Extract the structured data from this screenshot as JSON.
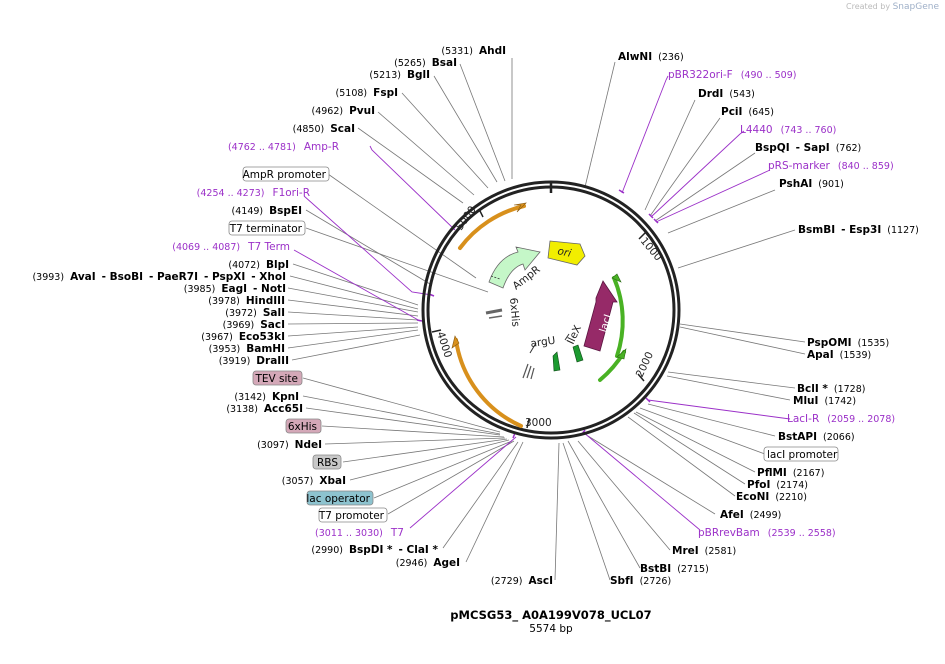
{
  "credit": {
    "prefix": "Created by",
    "brand": "SnapGene"
  },
  "plasmid": {
    "name": "pMCSG53_ A0A199V078_UCL07",
    "length": "5574 bp"
  },
  "ticks": [
    "1000",
    "2000",
    "3000",
    "4000",
    "5000"
  ],
  "colors": {
    "enzyme": "#000000",
    "primer": "#9b30c8",
    "backbone": "#222222",
    "ori": "#f2ee00",
    "lacI": "#962a68",
    "ampR": "#c5f7c8",
    "orfOrange": "#d8901c",
    "orfGreen": "#49b224"
  },
  "labels": {
    "right": [
      {
        "name": "AlwNI",
        "pos": "(236)"
      },
      {
        "name": "pBR322ori-F",
        "pos": "(490 .. 509)"
      },
      {
        "name": "DrdI",
        "pos": "(543)"
      },
      {
        "name": "PciI",
        "pos": "(645)"
      },
      {
        "name": "L4440",
        "pos": "(743 .. 760)"
      },
      {
        "name": "BspQI",
        "name2": "- SapI",
        "pos": "(762)"
      },
      {
        "name": "pRS-marker",
        "pos": "(840 .. 859)"
      },
      {
        "name": "PshAI",
        "pos": "(901)"
      },
      {
        "name": "BsmBI",
        "name2": "- Esp3I",
        "pos": "(1127)"
      },
      {
        "name": "PspOMI",
        "pos": "(1535)"
      },
      {
        "name": "ApaI",
        "pos": "(1539)"
      },
      {
        "name": "BclI *",
        "pos": "(1728)"
      },
      {
        "name": "MluI",
        "pos": "(1742)"
      },
      {
        "name": "LacI-R",
        "pos": "(2059 .. 2078)"
      },
      {
        "name": "BstAPI",
        "pos": "(2066)"
      },
      {
        "name": "lacI promoter"
      },
      {
        "name": "PflMI",
        "pos": "(2167)"
      },
      {
        "name": "PfoI",
        "pos": "(2174)"
      },
      {
        "name": "EcoNI",
        "pos": "(2210)"
      },
      {
        "name": "AfeI",
        "pos": "(2499)"
      },
      {
        "name": "pBRrevBam",
        "pos": "(2539 .. 2558)"
      },
      {
        "name": "MreI",
        "pos": "(2581)"
      },
      {
        "name": "BstBI",
        "pos": "(2715)"
      },
      {
        "name": "SbfI",
        "pos": "(2726)"
      },
      {
        "name": "AscI",
        "pos": "(2729)"
      }
    ],
    "left": [
      {
        "name": "AhdI",
        "pos": "(5331)"
      },
      {
        "name": "BsaI",
        "pos": "(5265)"
      },
      {
        "name": "BglI",
        "pos": "(5213)"
      },
      {
        "name": "FspI",
        "pos": "(5108)"
      },
      {
        "name": "PvuI",
        "pos": "(4962)"
      },
      {
        "name": "ScaI",
        "pos": "(4850)"
      },
      {
        "name": "Amp-R",
        "pos": "(4762 .. 4781)"
      },
      {
        "name": "AmpR promoter"
      },
      {
        "name": "F1ori-R",
        "pos": "(4254 .. 4273)"
      },
      {
        "name": "BspEI",
        "pos": "(4149)"
      },
      {
        "name": "T7 terminator"
      },
      {
        "name": "T7 Term",
        "pos": "(4069 .. 4087)"
      },
      {
        "name": "BlpI",
        "pos": "(4072)"
      },
      {
        "name": "AvaI",
        "name2": "- BsoBI",
        "name3": "- PaeR7I",
        "name4": "- PspXI",
        "name5": "- XhoI",
        "pos": "(3993)"
      },
      {
        "name": "EagI",
        "name2": "- NotI",
        "pos": "(3985)"
      },
      {
        "name": "HindIII",
        "pos": "(3978)"
      },
      {
        "name": "SalI",
        "pos": "(3972)"
      },
      {
        "name": "SacI",
        "pos": "(3969)"
      },
      {
        "name": "Eco53kI",
        "pos": "(3967)"
      },
      {
        "name": "BamHI",
        "pos": "(3953)"
      },
      {
        "name": "DraIII",
        "pos": "(3919)"
      },
      {
        "name": "TEV site"
      },
      {
        "name": "KpnI",
        "pos": "(3142)"
      },
      {
        "name": "Acc65I",
        "pos": "(3138)"
      },
      {
        "name": "6xHis"
      },
      {
        "name": "NdeI",
        "pos": "(3097)"
      },
      {
        "name": "RBS"
      },
      {
        "name": "XbaI",
        "pos": "(3057)"
      },
      {
        "name": "lac operator"
      },
      {
        "name": "T7 promoter"
      },
      {
        "name": "T7",
        "pos": "(3011 .. 3030)"
      },
      {
        "name": "BspDI *",
        "name2": "- ClaI *",
        "pos": "(2990)"
      },
      {
        "name": "AgeI",
        "pos": "(2946)"
      }
    ]
  },
  "features": {
    "ori": "ori",
    "ampR": "AmpR",
    "lacI": "lacI",
    "sixHis": "6xHis",
    "argU": "argU",
    "ileX": "IleX"
  }
}
